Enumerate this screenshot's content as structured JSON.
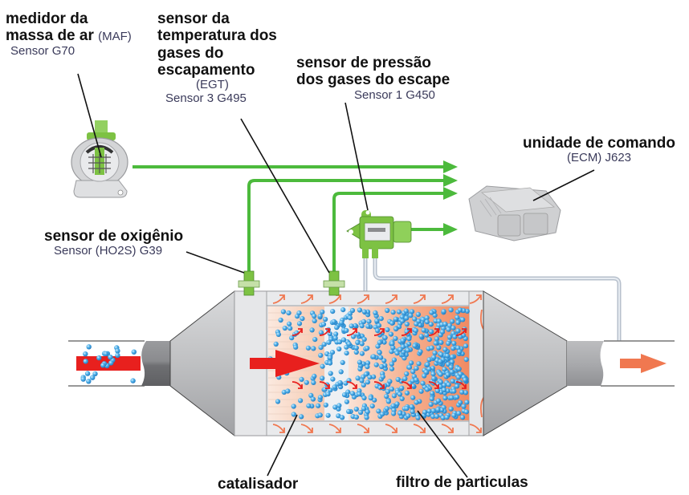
{
  "title": "Sistema de escape com filtro de partículas e sensores",
  "colors": {
    "signal_green": "#4cba3c",
    "sensor_green": "#7dc243",
    "exhaust_red": "#e8201e",
    "flow_orange": "#f07850",
    "particle_blue": "#3a9ad8",
    "metal_gray": "#b8b9bb",
    "pipe_gray": "#c4ccd6"
  },
  "labels": {
    "maf": {
      "line1": "medidor da",
      "line2": "massa de ar",
      "abbr": "(MAF)",
      "code": "Sensor G70"
    },
    "egt": {
      "line1": "sensor da",
      "line2": "temperatura dos",
      "line3": "gases do",
      "line4": "escapamento",
      "abbr": "(EGT)",
      "code": "Sensor 3 G495"
    },
    "pressure": {
      "line1": "sensor de pressão",
      "line2": "dos gases do escape",
      "code": "Sensor 1 G450"
    },
    "ecm": {
      "line1": "unidade de comando",
      "code": "(ECM) J623"
    },
    "oxygen": {
      "line1": "sensor de oxigênio",
      "code": "Sensor (HO2S) G39"
    },
    "catalyst": "catalisador",
    "dpf": "filtro de particulas"
  },
  "icons": {
    "maf_sensor": "maf-sensor-icon",
    "pressure_sensor": "pressure-sensor-icon",
    "ecm_unit": "ecm-unit-icon",
    "oxygen_sensor": "oxygen-sensor-icon",
    "egt_sensor": "egt-sensor-icon"
  }
}
